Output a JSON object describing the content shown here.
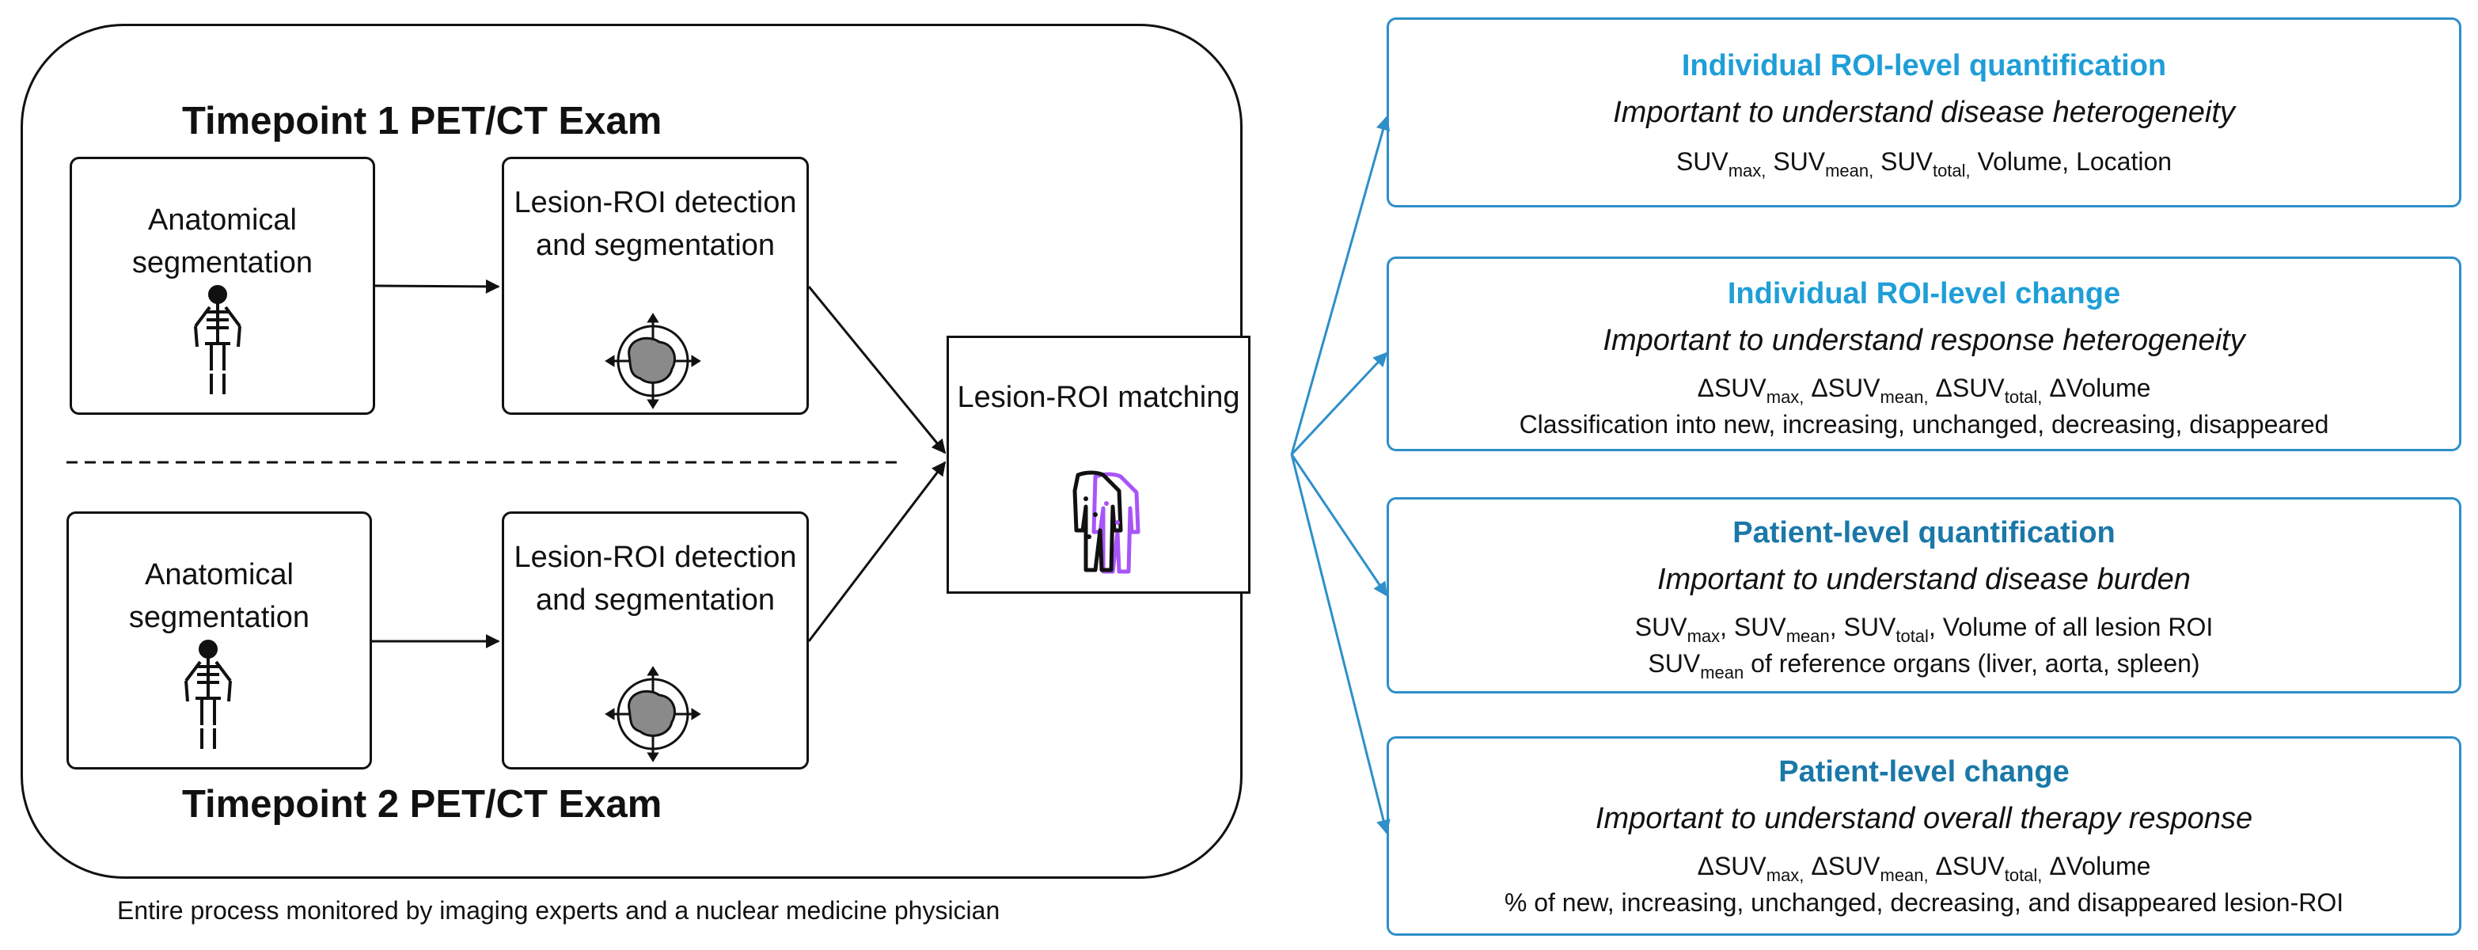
{
  "timepoint1": {
    "title": "Timepoint 1 PET/CT Exam",
    "anatomical_label": "Anatomical segmentation",
    "lesion_label": "Lesion-ROI detection and segmentation"
  },
  "timepoint2": {
    "title": "Timepoint 2 PET/CT Exam",
    "anatomical_label": "Anatomical segmentation",
    "lesion_label": "Lesion-ROI detection and segmentation"
  },
  "matching": {
    "label": "Lesion-ROI matching"
  },
  "footer": "Entire process monitored by imaging experts and a nuclear medicine physician",
  "outputs": [
    {
      "title": "Individual ROI-level quantification",
      "subtitle": "Important to understand disease heterogeneity",
      "detail_1": "SUVmax, SUVmean, SUVtotal, Volume, Location",
      "title_color": "#1f9ed8"
    },
    {
      "title": "Individual ROI-level change",
      "subtitle": "Important to understand response heterogeneity",
      "detail_1": "ΔSUVmax, ΔSUVmean, ΔSUVtotal, ΔVolume",
      "detail_2": "Classification into new, increasing, unchanged, decreasing, disappeared",
      "title_color": "#1f9ed8"
    },
    {
      "title": "Patient-level quantification",
      "subtitle": "Important to understand disease burden",
      "detail_1": "SUVmax, SUVmean, SUVtotal, Volume of all lesion ROI",
      "detail_2": "SUVmean of reference organs (liver, aorta, spleen)",
      "title_color": "#1a78a8"
    },
    {
      "title": "Patient-level change",
      "subtitle": "Important to understand overall therapy response",
      "detail_1": "ΔSUVmax, ΔSUVmean, ΔSUVtotal, ΔVolume",
      "detail_2": "% of new, increasing, unchanged, decreasing, and disappeared lesion-ROI",
      "title_color": "#1a78a8"
    }
  ],
  "colors": {
    "frame": "#111111",
    "output_border": "#2e8fc9",
    "connector": "#2e8fc9",
    "figure_purple": "#a855f7"
  },
  "icons": [
    "skeleton-icon",
    "lesion-target-icon",
    "overlapping-bodies-icon"
  ]
}
